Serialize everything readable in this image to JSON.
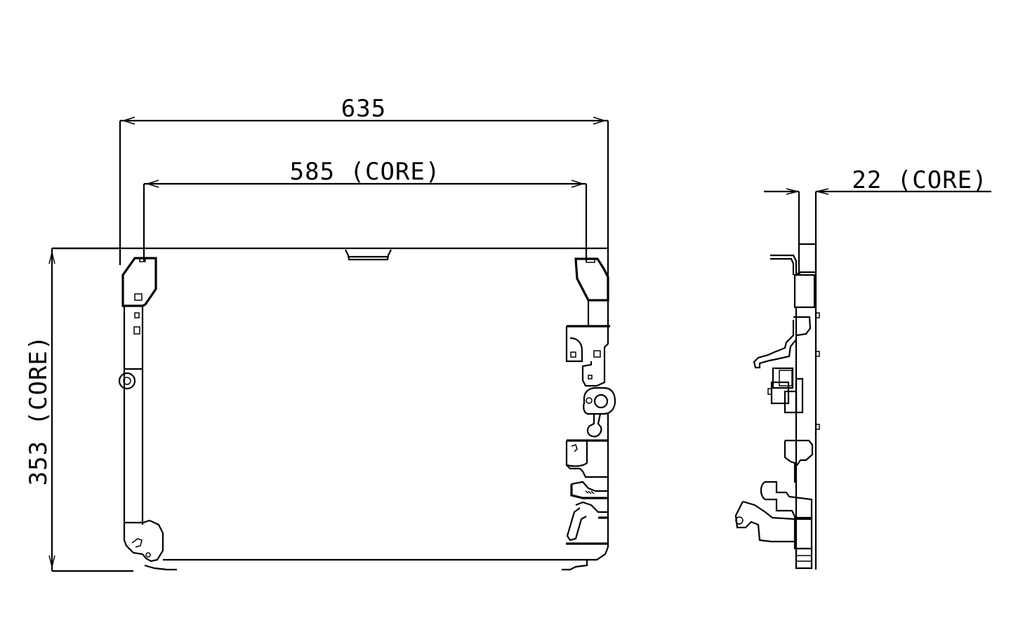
{
  "drawing": {
    "type": "technical-drawing",
    "subject": "condenser",
    "stroke_color": "#000000",
    "background": "#ffffff",
    "front_view": {
      "overall_width": {
        "value": "635",
        "label": "635"
      },
      "core_width": {
        "value": "585",
        "label": "585 (CORE)"
      },
      "core_height": {
        "value": "353",
        "label": "353 (CORE)"
      }
    },
    "side_view": {
      "core_thickness": {
        "value": "22",
        "label": "22 (CORE)"
      }
    }
  }
}
